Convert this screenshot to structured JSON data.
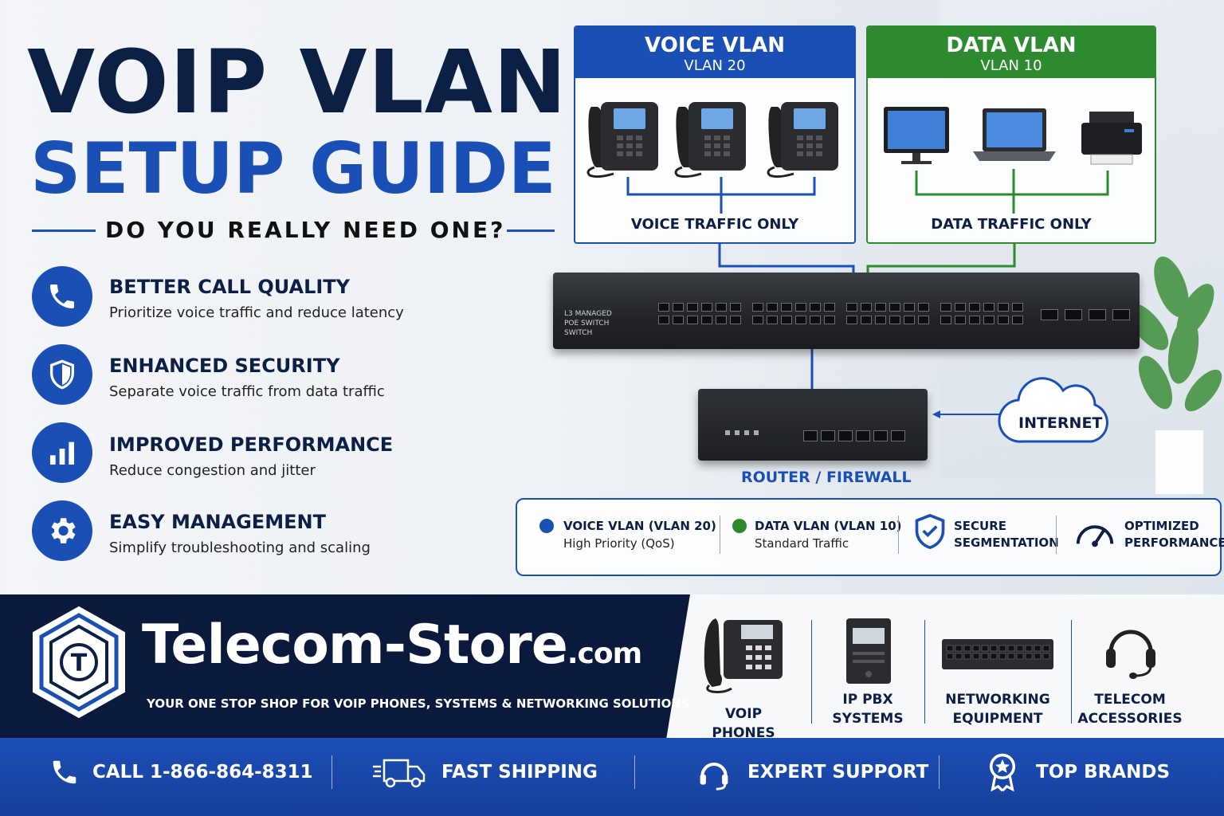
{
  "title": {
    "line1": "VOIP VLAN",
    "line2": "SETUP GUIDE",
    "subtitle": "DO YOU REALLY NEED ONE?"
  },
  "benefits": [
    {
      "title": "BETTER CALL QUALITY",
      "desc": "Prioritize voice traffic and reduce latency",
      "icon": "phone-icon"
    },
    {
      "title": "ENHANCED SECURITY",
      "desc": "Separate voice traffic from data traffic",
      "icon": "shield-icon"
    },
    {
      "title": "IMPROVED PERFORMANCE",
      "desc": "Reduce congestion and jitter",
      "icon": "bar-chart-icon"
    },
    {
      "title": "EASY MANAGEMENT",
      "desc": "Simplify troubleshooting and scaling",
      "icon": "gear-icon"
    }
  ],
  "voice_vlan": {
    "title": "VOICE VLAN",
    "id": "VLAN 20",
    "footer": "VOICE TRAFFIC ONLY",
    "color": "#1a4fb5"
  },
  "data_vlan": {
    "title": "DATA VLAN",
    "id": "VLAN 10",
    "footer": "DATA TRAFFIC ONLY",
    "color": "#2e8a2e"
  },
  "switch": {
    "label1": "L3 MANAGED",
    "label2": "POE SWITCH",
    "label3": "SWITCH"
  },
  "router": {
    "label": "ROUTER / FIREWALL"
  },
  "internet": {
    "label": "INTERNET"
  },
  "legend": {
    "voice": {
      "title": "VOICE VLAN (VLAN 20)",
      "sub": "High Priority (QoS)"
    },
    "data": {
      "title": "DATA VLAN (VLAN 10)",
      "sub": "Standard Traffic"
    },
    "secure": {
      "line1": "SECURE",
      "line2": "SEGMENTATION"
    },
    "optimized": {
      "line1": "OPTIMIZED",
      "line2": "PERFORMANCE"
    }
  },
  "brand": {
    "logo_letter": "T",
    "name": "Telecom-Store",
    "tld": ".com",
    "tagline": "YOUR ONE STOP SHOP FOR VOIP PHONES, SYSTEMS & NETWORKING SOLUTIONS"
  },
  "products": [
    {
      "line1": "VOIP PHONES",
      "line2": ""
    },
    {
      "line1": "IP PBX",
      "line2": "SYSTEMS"
    },
    {
      "line1": "NETWORKING",
      "line2": "EQUIPMENT"
    },
    {
      "line1": "TELECOM",
      "line2": "ACCESSORIES"
    }
  ],
  "footer": {
    "call": "CALL  1-866-864-8311",
    "shipping": "FAST SHIPPING",
    "support": "EXPERT SUPPORT",
    "brands": "TOP BRANDS"
  }
}
